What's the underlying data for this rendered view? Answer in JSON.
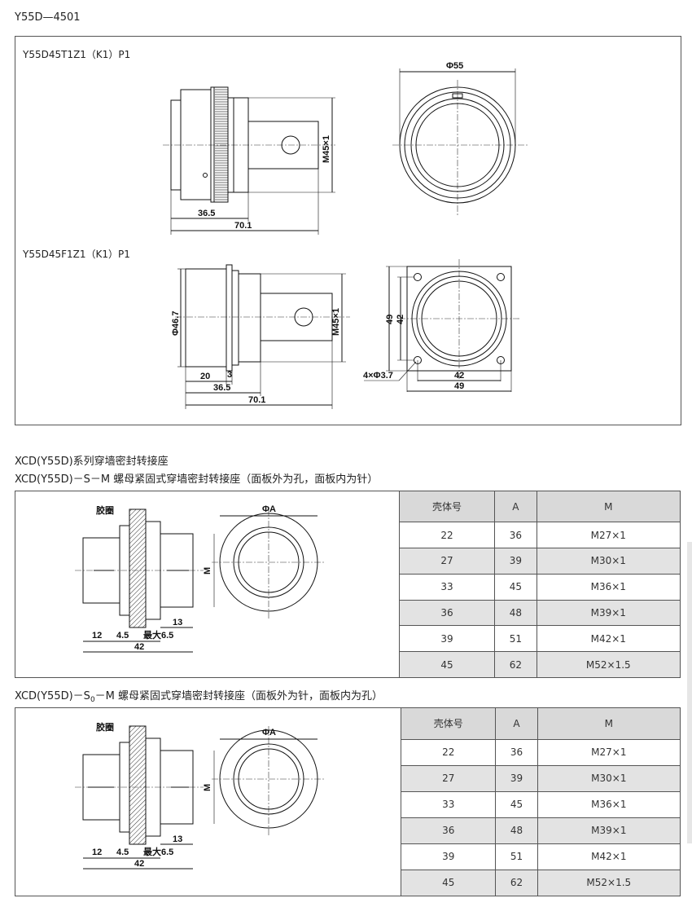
{
  "page_title": "Y55D—4501",
  "part1": {
    "label": "Y55D45T1Z1（K1）P1",
    "dims": {
      "diameter": "Φ55",
      "thread": "M45×1",
      "d1": "36.5",
      "d2": "70.1"
    }
  },
  "part2": {
    "label": "Y55D45F1Z1（K1）P1",
    "dims": {
      "diameter": "Φ46.7",
      "thread": "M45×1",
      "d_20": "20",
      "d_3": "3",
      "d1": "36.5",
      "d2": "70.1",
      "v49": "49",
      "v42": "42",
      "h42": "42",
      "h49": "49",
      "holes": "4×Φ3.7"
    }
  },
  "series_title": "XCD(Y55D)系列穿墙密封转接座",
  "section_s": {
    "title": "XCD(Y55D)－S－M 螺母紧固式穿墙密封转接座（面板外为孔，面板内为针）",
    "drawing": {
      "seal": "胶圈",
      "diameter": "ΦA",
      "m": "M",
      "d12": "12",
      "d45": "4.5",
      "dmax": "最大6.5",
      "d13": "13",
      "d42": "42"
    }
  },
  "section_s0": {
    "title_pre": "XCD(Y55D)－S",
    "title_sub": "0",
    "title_post": "－M 螺母紧固式穿墙密封转接座（面板外为针，面板内为孔）",
    "drawing": {
      "seal": "胶圈",
      "diameter": "ΦA",
      "m": "M",
      "d12": "12",
      "d45": "4.5",
      "dmax": "最大6.5",
      "d13": "13",
      "d42": "42"
    }
  },
  "table": {
    "headers": [
      "壳体号",
      "A",
      "M"
    ],
    "rows": [
      [
        "22",
        "36",
        "M27×1"
      ],
      [
        "27",
        "39",
        "M30×1"
      ],
      [
        "33",
        "45",
        "M36×1"
      ],
      [
        "36",
        "48",
        "M39×1"
      ],
      [
        "39",
        "51",
        "M42×1"
      ],
      [
        "45",
        "62",
        "M52×1.5"
      ]
    ]
  }
}
